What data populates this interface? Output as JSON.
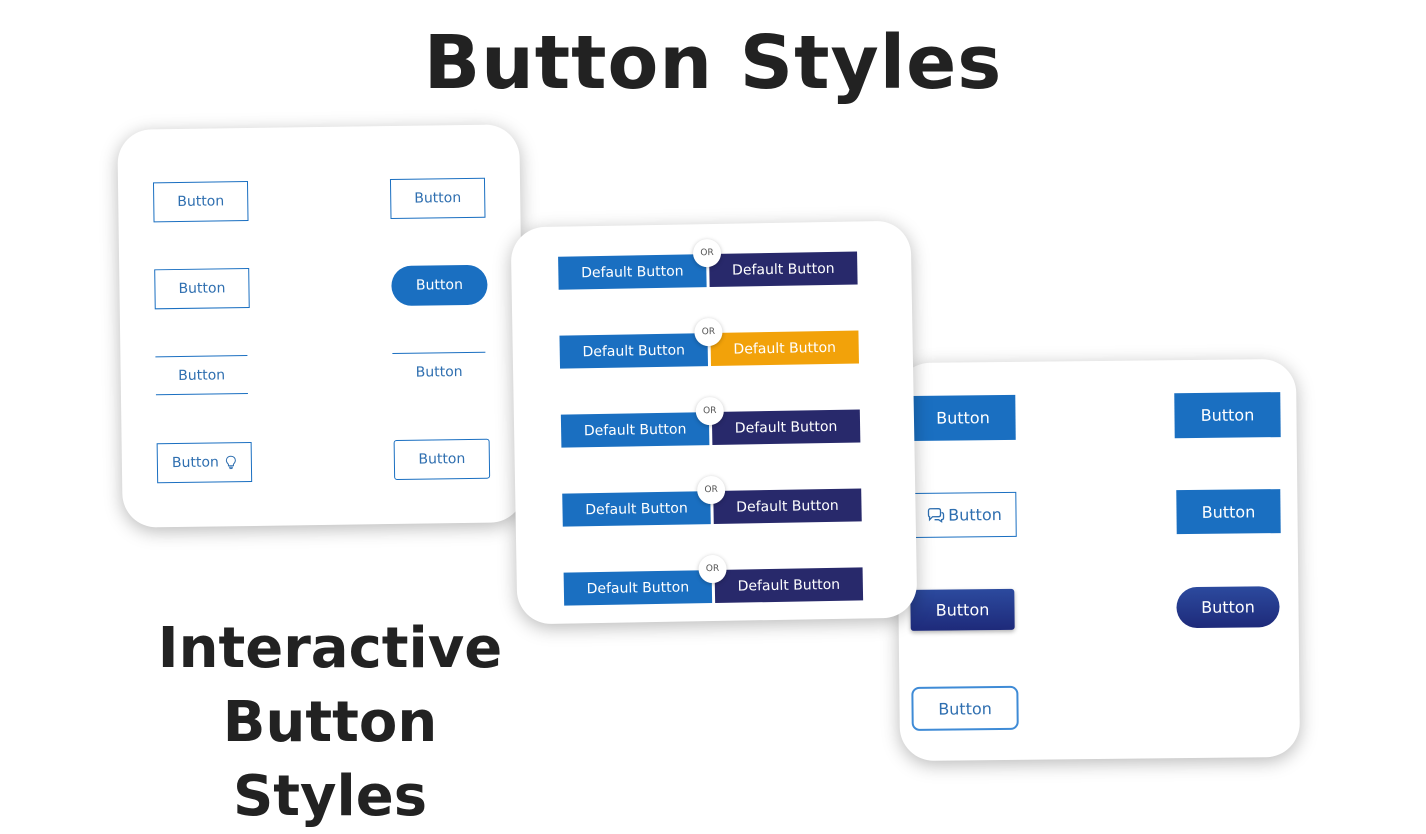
{
  "header": {
    "title": "Button Styles"
  },
  "footer": {
    "subtitle_line1": "Interactive",
    "subtitle_line2": "Button Styles"
  },
  "card1": {
    "buttons": [
      "Button",
      "Button",
      "Button",
      "Button",
      "Button",
      "Button",
      "Button",
      "Button"
    ],
    "icons": [
      "lightbulb-icon"
    ]
  },
  "card2": {
    "rows": [
      {
        "left": "Default Button",
        "or": "OR",
        "right": "Default Button",
        "right_color": "#28296b"
      },
      {
        "left": "Default Button",
        "or": "OR",
        "right": "Default Button",
        "right_color": "#f2a20a"
      },
      {
        "left": "Default Button",
        "or": "OR",
        "right": "Default Button",
        "right_color": "#28296b"
      },
      {
        "left": "Default Button",
        "or": "OR",
        "right": "Default Button",
        "right_color": "#28296b"
      },
      {
        "left": "Default Button",
        "or": "OR",
        "right": "Default Button",
        "right_color": "#28296b"
      }
    ]
  },
  "card3": {
    "buttons": [
      "Button",
      "Button",
      "Button",
      "Button",
      "Button",
      "Button",
      "Button"
    ],
    "icons": [
      "chat-icon"
    ]
  },
  "colors": {
    "primary_blue": "#1a6fc1",
    "navy": "#28296b",
    "orange": "#f2a20a",
    "title_text": "#222222"
  }
}
